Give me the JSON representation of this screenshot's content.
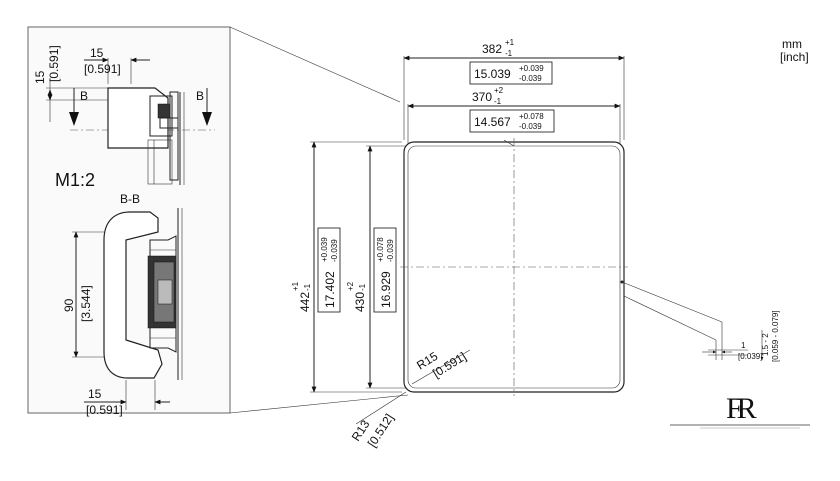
{
  "units": {
    "mm": "mm",
    "inch": "[inch]"
  },
  "detail": {
    "scale": "M1:2",
    "section": "B-B",
    "section_marker": "B",
    "dim_top_vert": {
      "mm": "15",
      "in": "[0.591]"
    },
    "dim_top_horiz": {
      "mm": "15",
      "in": "[0.591]"
    },
    "dim_height": {
      "mm": "90",
      "in": "[3.544]"
    },
    "dim_bottom": {
      "mm": "15",
      "in": "[0.591]"
    }
  },
  "main": {
    "outer_width": {
      "mm": "382",
      "tol_up": "+1",
      "tol_dn": "-1",
      "in": "15.039",
      "in_tol_up": "+0.039",
      "in_tol_dn": "-0.039"
    },
    "inner_width": {
      "mm": "370",
      "tol_up": "+2",
      "tol_dn": "-1",
      "in": "14.567",
      "in_tol_up": "+0.078",
      "in_tol_dn": "-0.039"
    },
    "outer_height": {
      "mm": "442",
      "tol_up": "+1",
      "tol_dn": "-1",
      "in": "17.402",
      "in_tol_up": "+0.039",
      "in_tol_dn": "-0.039"
    },
    "inner_height": {
      "mm": "430",
      "tol_up": "+2",
      "tol_dn": "-1",
      "in": "16.929",
      "in_tol_up": "+0.078",
      "in_tol_dn": "-0.039"
    },
    "radius_inner": {
      "mm": "R15",
      "in": "[0.591]"
    },
    "radius_outer": {
      "mm": "R13",
      "in": "[0.512]"
    },
    "gap": {
      "mm": "1",
      "in": "[0.039]"
    },
    "thickness": {
      "mm": "1.5 - 2",
      "in": "[0.059 - 0.079]"
    }
  },
  "logo": {
    "mark": "FR"
  },
  "colors": {
    "line": "#222222",
    "frame": "#666666",
    "hatch": "#444444"
  }
}
